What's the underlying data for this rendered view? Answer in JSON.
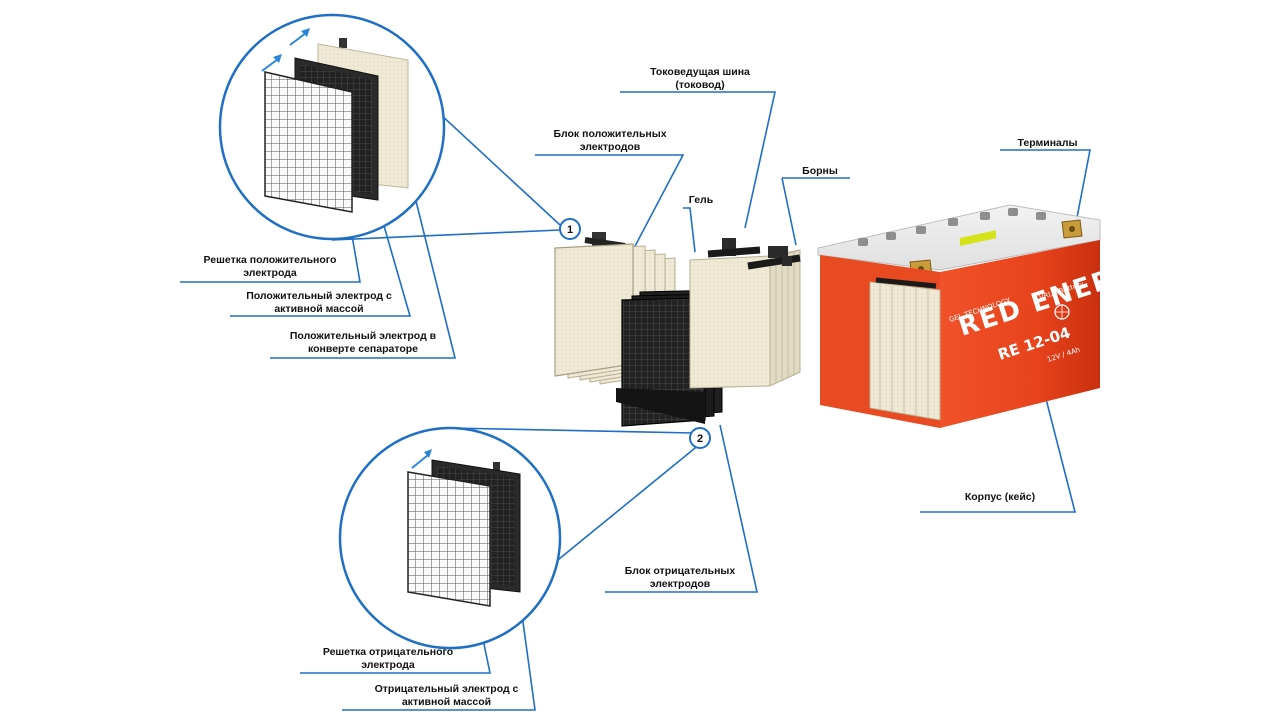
{
  "labels": {
    "tokoved_1": "Токоведущая шина",
    "tokoved_2": "(токовод)",
    "blok_pos_1": "Блок положительных",
    "blok_pos_2": "электродов",
    "terminaly": "Терминалы",
    "borny": "Борны",
    "gel": "Гель",
    "reshetka_pos_1": "Решетка положительного",
    "reshetka_pos_2": "электрода",
    "pos_el_1": "Положительный электрод с",
    "pos_el_2": "активной массой",
    "pos_sep_1": "Положительный электрод в",
    "pos_sep_2": "конверте сепараторе",
    "korpus": "Корпус (кейс)",
    "blok_neg_1": "Блок отрицательных",
    "blok_neg_2": "электродов",
    "reshetka_neg_1": "Решетка отрицательного",
    "reshetka_neg_2": "электрода",
    "neg_el_1": "Отрицательный электрод с",
    "neg_el_2": "активной массой",
    "marker_1": "1",
    "marker_2": "2"
  },
  "battery": {
    "brand": "RED ENERGY",
    "model": "RE 12-04",
    "rating": "12V / 4Ah",
    "tech": "GEL TECHNOLOGY",
    "sub": "VRLA Battery"
  },
  "colors": {
    "leader": "#1f6fc5",
    "battery_red": "#e8431c",
    "plate_cream": "#ece6d2",
    "plate_black": "#1c1c1c",
    "arrow": "#2a86d8"
  }
}
